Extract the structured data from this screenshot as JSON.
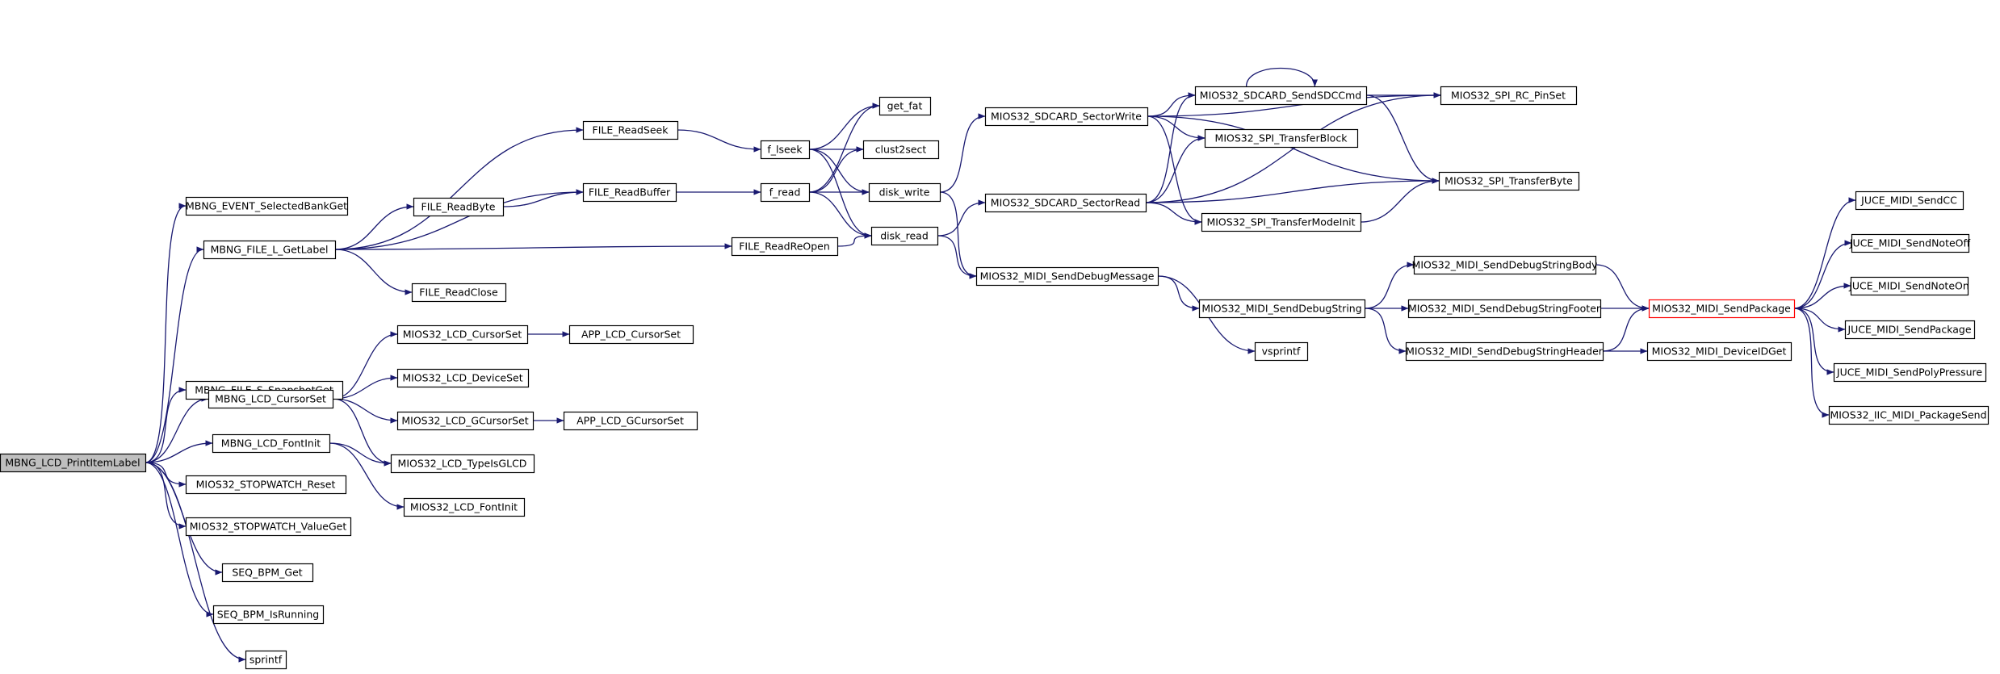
{
  "graph": {
    "nodes": [
      {
        "id": "root",
        "label": "MBNG_LCD_PrintItemLabel",
        "kind": "root"
      },
      {
        "id": "eventbank",
        "label": "MBNG_EVENT_SelectedBankGet"
      },
      {
        "id": "getlabel",
        "label": "MBNG_FILE_L_GetLabel"
      },
      {
        "id": "snapshot",
        "label": "MBNG_FILE_S_SnapshotGet"
      },
      {
        "id": "cursorset",
        "label": "MBNG_LCD_CursorSet"
      },
      {
        "id": "fontinit",
        "label": "MBNG_LCD_FontInit"
      },
      {
        "id": "swreset",
        "label": "MIOS32_STOPWATCH_Reset"
      },
      {
        "id": "swvalue",
        "label": "MIOS32_STOPWATCH_ValueGet"
      },
      {
        "id": "bpmget",
        "label": "SEQ_BPM_Get"
      },
      {
        "id": "bpmrun",
        "label": "SEQ_BPM_IsRunning"
      },
      {
        "id": "sprintf",
        "label": "sprintf"
      },
      {
        "id": "readseek",
        "label": "FILE_ReadSeek"
      },
      {
        "id": "readbuffer",
        "label": "FILE_ReadBuffer"
      },
      {
        "id": "readbyte",
        "label": "FILE_ReadByte"
      },
      {
        "id": "readreopen",
        "label": "FILE_ReadReOpen"
      },
      {
        "id": "readclose",
        "label": "FILE_ReadClose"
      },
      {
        "id": "lcdcursorset",
        "label": "MIOS32_LCD_CursorSet"
      },
      {
        "id": "lcddeviceset",
        "label": "MIOS32_LCD_DeviceSet"
      },
      {
        "id": "lcdgcursorset",
        "label": "MIOS32_LCD_GCursorSet"
      },
      {
        "id": "lcdtypeisglcd",
        "label": "MIOS32_LCD_TypeIsGLCD"
      },
      {
        "id": "lcdfontinit",
        "label": "MIOS32_LCD_FontInit"
      },
      {
        "id": "appcursorset",
        "label": "APP_LCD_CursorSet"
      },
      {
        "id": "appgcursorset",
        "label": "APP_LCD_GCursorSet"
      },
      {
        "id": "flseek",
        "label": "f_lseek"
      },
      {
        "id": "fread",
        "label": "f_read"
      },
      {
        "id": "getfat",
        "label": "get_fat"
      },
      {
        "id": "clust2sect",
        "label": "clust2sect"
      },
      {
        "id": "diskwrite",
        "label": "disk_write"
      },
      {
        "id": "diskread",
        "label": "disk_read"
      },
      {
        "id": "sdsectorwrite",
        "label": "MIOS32_SDCARD_SectorWrite"
      },
      {
        "id": "sdsectorread",
        "label": "MIOS32_SDCARD_SectorRead"
      },
      {
        "id": "senddebugmsg",
        "label": "MIOS32_MIDI_SendDebugMessage"
      },
      {
        "id": "sdsendcmd",
        "label": "MIOS32_SDCARD_SendSDCCmd"
      },
      {
        "id": "spitransferblock",
        "label": "MIOS32_SPI_TransferBlock"
      },
      {
        "id": "spitransfermodeinit",
        "label": "MIOS32_SPI_TransferModeInit"
      },
      {
        "id": "spircpinset",
        "label": "MIOS32_SPI_RC_PinSet"
      },
      {
        "id": "spitransferbyte",
        "label": "MIOS32_SPI_TransferByte"
      },
      {
        "id": "senddebugstring",
        "label": "MIOS32_MIDI_SendDebugString"
      },
      {
        "id": "vsprintf",
        "label": "vsprintf"
      },
      {
        "id": "dbgbody",
        "label": "MIOS32_MIDI_SendDebugStringBody"
      },
      {
        "id": "dbgfooter",
        "label": "MIOS32_MIDI_SendDebugStringFooter"
      },
      {
        "id": "dbgheader",
        "label": "MIOS32_MIDI_SendDebugStringHeader"
      },
      {
        "id": "sendpackage",
        "label": "MIOS32_MIDI_SendPackage",
        "kind": "truncated"
      },
      {
        "id": "deviceidget",
        "label": "MIOS32_MIDI_DeviceIDGet"
      },
      {
        "id": "jucecc",
        "label": "JUCE_MIDI_SendCC"
      },
      {
        "id": "jucenoteoff",
        "label": "JUCE_MIDI_SendNoteOff"
      },
      {
        "id": "jucenoteon",
        "label": "JUCE_MIDI_SendNoteOn"
      },
      {
        "id": "jucepackage",
        "label": "JUCE_MIDI_SendPackage"
      },
      {
        "id": "jucepoly",
        "label": "JUCE_MIDI_SendPolyPressure"
      },
      {
        "id": "iicpackage",
        "label": "MIOS32_IIC_MIDI_PackageSend"
      }
    ],
    "edges": [
      [
        "root",
        "eventbank"
      ],
      [
        "root",
        "getlabel"
      ],
      [
        "root",
        "snapshot"
      ],
      [
        "root",
        "cursorset"
      ],
      [
        "root",
        "fontinit"
      ],
      [
        "root",
        "swreset"
      ],
      [
        "root",
        "swvalue"
      ],
      [
        "root",
        "bpmget"
      ],
      [
        "root",
        "bpmrun"
      ],
      [
        "root",
        "sprintf"
      ],
      [
        "getlabel",
        "readseek"
      ],
      [
        "getlabel",
        "readbuffer"
      ],
      [
        "getlabel",
        "readbyte"
      ],
      [
        "getlabel",
        "readreopen"
      ],
      [
        "getlabel",
        "readclose"
      ],
      [
        "readbyte",
        "readbuffer"
      ],
      [
        "readseek",
        "flseek"
      ],
      [
        "readbuffer",
        "fread"
      ],
      [
        "readreopen",
        "diskread"
      ],
      [
        "cursorset",
        "lcdcursorset"
      ],
      [
        "cursorset",
        "lcddeviceset"
      ],
      [
        "cursorset",
        "lcdgcursorset"
      ],
      [
        "cursorset",
        "lcdtypeisglcd"
      ],
      [
        "fontinit",
        "lcdtypeisglcd"
      ],
      [
        "fontinit",
        "lcdfontinit"
      ],
      [
        "lcdcursorset",
        "appcursorset"
      ],
      [
        "lcdgcursorset",
        "appgcursorset"
      ],
      [
        "flseek",
        "getfat"
      ],
      [
        "flseek",
        "clust2sect"
      ],
      [
        "flseek",
        "diskwrite"
      ],
      [
        "flseek",
        "diskread"
      ],
      [
        "fread",
        "getfat"
      ],
      [
        "fread",
        "clust2sect"
      ],
      [
        "fread",
        "diskwrite"
      ],
      [
        "fread",
        "diskread"
      ],
      [
        "diskwrite",
        "sdsectorwrite"
      ],
      [
        "diskwrite",
        "senddebugmsg"
      ],
      [
        "diskread",
        "sdsectorread"
      ],
      [
        "diskread",
        "senddebugmsg"
      ],
      [
        "sdsectorwrite",
        "sdsendcmd"
      ],
      [
        "sdsectorwrite",
        "spitransferblock"
      ],
      [
        "sdsectorwrite",
        "spitransfermodeinit"
      ],
      [
        "sdsectorwrite",
        "spircpinset"
      ],
      [
        "sdsectorwrite",
        "spitransferbyte"
      ],
      [
        "sdsectorread",
        "sdsendcmd"
      ],
      [
        "sdsectorread",
        "spitransferblock"
      ],
      [
        "sdsectorread",
        "spitransfermodeinit"
      ],
      [
        "sdsectorread",
        "spircpinset"
      ],
      [
        "sdsectorread",
        "spitransferbyte"
      ],
      [
        "sdsendcmd",
        "sdsendcmd"
      ],
      [
        "sdsendcmd",
        "spircpinset"
      ],
      [
        "sdsendcmd",
        "spitransferbyte"
      ],
      [
        "spitransfermodeinit",
        "spitransferbyte"
      ],
      [
        "senddebugmsg",
        "senddebugstring"
      ],
      [
        "senddebugmsg",
        "vsprintf"
      ],
      [
        "senddebugstring",
        "dbgbody"
      ],
      [
        "senddebugstring",
        "dbgfooter"
      ],
      [
        "senddebugstring",
        "dbgheader"
      ],
      [
        "dbgbody",
        "sendpackage"
      ],
      [
        "dbgfooter",
        "sendpackage"
      ],
      [
        "dbgheader",
        "sendpackage"
      ],
      [
        "dbgheader",
        "deviceidget"
      ],
      [
        "sendpackage",
        "jucecc"
      ],
      [
        "sendpackage",
        "jucenoteoff"
      ],
      [
        "sendpackage",
        "jucenoteon"
      ],
      [
        "sendpackage",
        "jucepackage"
      ],
      [
        "sendpackage",
        "jucepoly"
      ],
      [
        "sendpackage",
        "iicpackage"
      ]
    ]
  },
  "colors": {
    "edge": "#191970",
    "root_fill": "#bfbfbf",
    "truncated_border": "#ff0000",
    "node_border": "#000000"
  }
}
